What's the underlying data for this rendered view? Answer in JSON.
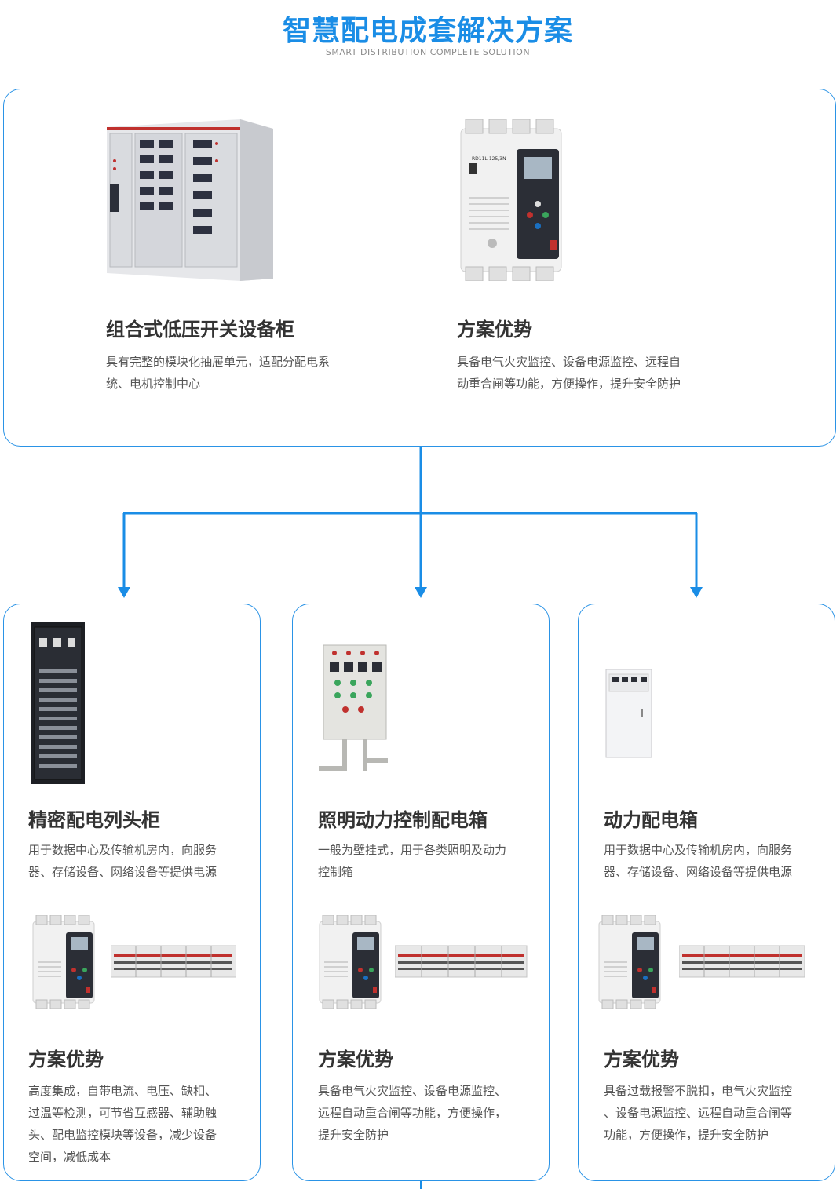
{
  "header": {
    "title": "智慧配电成套解决方案",
    "subtitle": "SMART DISTRIBUTION COMPLETE SOLUTION"
  },
  "colors": {
    "accent": "#1a8de6",
    "text": "#333333",
    "muted": "#555555"
  },
  "top": {
    "left": {
      "heading": "组合式低压开关设备柜",
      "desc_line1": "具有完整的模块化抽屉单元，适配分配电系",
      "desc_line2": "统、电机控制中心"
    },
    "right": {
      "heading": "方案优势",
      "desc_line1": "具备电气火灾监控、设备电源监控、远程自",
      "desc_line2": "动重合闸等功能，方便操作，提升安全防护"
    }
  },
  "cards": [
    {
      "heading": "精密配电列头柜",
      "desc_line1": "用于数据中心及传输机房内，向服务",
      "desc_line2": "器、存储设备、网络设备等提供电源",
      "adv_heading": "方案优势",
      "adv_line1": "高度集成，自带电流、电压、缺相、",
      "adv_line2": "过温等检测，可节省互感器、辅助触",
      "adv_line3": "头、配电监控模块等设备，减少设备",
      "adv_line4": "空间，减低成本"
    },
    {
      "heading": "照明动力控制配电箱",
      "desc_line1": "一般为壁挂式，用于各类照明及动力",
      "desc_line2": "控制箱",
      "adv_heading": "方案优势",
      "adv_line1": "具备电气火灾监控、设备电源监控、",
      "adv_line2": "远程自动重合闸等功能，方便操作，",
      "adv_line3": "提升安全防护"
    },
    {
      "heading": "动力配电箱",
      "desc_line1": "用于数据中心及传输机房内，向服务",
      "desc_line2": "器、存储设备、网络设备等提供电源",
      "adv_heading": "方案优势",
      "adv_line1": "具备过载报警不脱扣，电气火灾监控",
      "adv_line2": "、设备电源监控、远程自动重合闸等",
      "adv_line3": "功能，方便操作，提升安全防护"
    }
  ],
  "breaker_label": "RD11L-125/3N"
}
